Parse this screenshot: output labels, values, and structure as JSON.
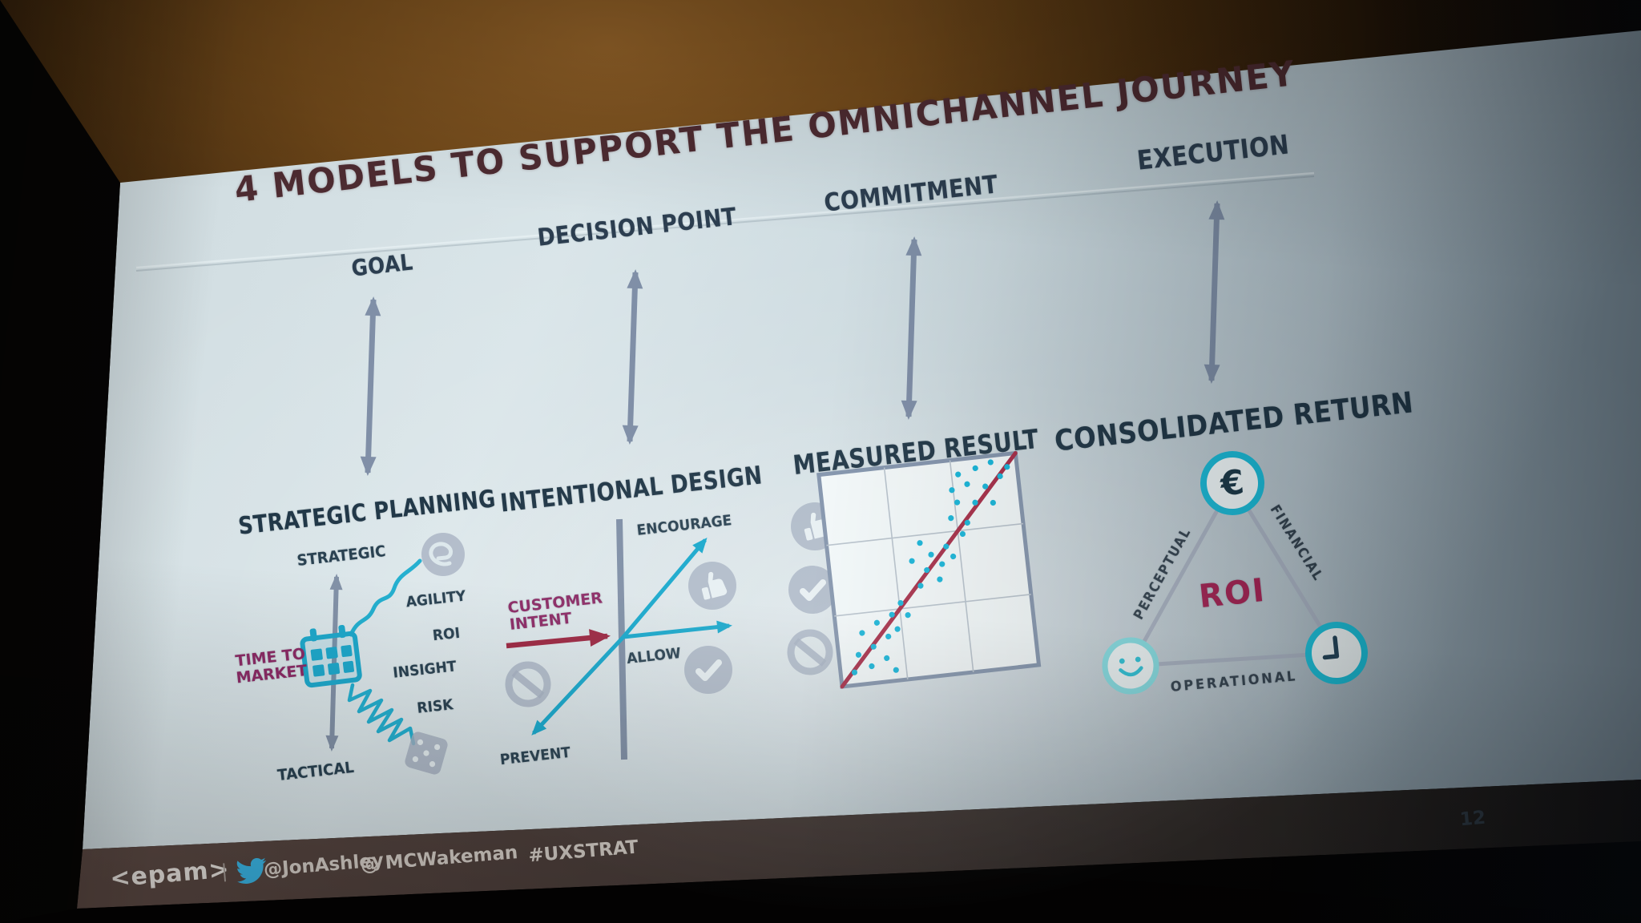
{
  "slide": {
    "title": "4 MODELS TO SUPPORT THE OMNICHANNEL JOURNEY",
    "page_number": "12",
    "stages": [
      {
        "label": "GOAL"
      },
      {
        "label": "DECISION POINT"
      },
      {
        "label": "COMMITMENT"
      },
      {
        "label": "EXECUTION"
      }
    ]
  },
  "models": {
    "strategic_planning": {
      "heading": "STRATEGIC PLANNING",
      "axis_top": "STRATEGIC",
      "axis_bottom": "TACTICAL",
      "hub_label_line1": "TIME TO",
      "hub_label_line2": "MARKET",
      "factors": [
        "AGILITY",
        "ROI",
        "INSIGHT",
        "RISK"
      ],
      "icons": [
        "agile-loop-icon",
        "calendar-icon",
        "dice-icon"
      ]
    },
    "intentional_design": {
      "heading": "INTENTIONAL DESIGN",
      "input_line1": "CUSTOMER",
      "input_line2": "INTENT",
      "outcome_up": "ENCOURAGE",
      "outcome_mid": "ALLOW",
      "outcome_down": "PREVENT",
      "icons": [
        "thumbs-up-icon",
        "check-circle-icon",
        "prohibited-icon"
      ]
    },
    "measured_result": {
      "heading": "MEASURED RESULT",
      "icons": [
        "thumbs-up-icon",
        "check-circle-icon",
        "prohibited-icon"
      ],
      "chart_data": {
        "type": "scatter",
        "title": "MEASURED RESULT",
        "xlabel": "",
        "ylabel": "",
        "x_range": [
          0,
          1
        ],
        "y_range": [
          0,
          1
        ],
        "grid": true,
        "grid_fractions": [
          0.333,
          0.667
        ],
        "legend": false,
        "point_color": "#15b5d9",
        "trend_line": {
          "from": [
            0,
            0
          ],
          "to": [
            1,
            1
          ],
          "color": "#a62c47"
        },
        "points": [
          [
            0.07,
            0.06
          ],
          [
            0.1,
            0.14
          ],
          [
            0.13,
            0.24
          ],
          [
            0.16,
            0.08
          ],
          [
            0.18,
            0.17
          ],
          [
            0.21,
            0.28
          ],
          [
            0.24,
            0.11
          ],
          [
            0.26,
            0.21
          ],
          [
            0.28,
            0.05
          ],
          [
            0.29,
            0.31
          ],
          [
            0.31,
            0.24
          ],
          [
            0.34,
            0.36
          ],
          [
            0.37,
            0.3
          ],
          [
            0.42,
            0.55
          ],
          [
            0.45,
            0.43
          ],
          [
            0.47,
            0.63
          ],
          [
            0.49,
            0.5
          ],
          [
            0.52,
            0.57
          ],
          [
            0.55,
            0.45
          ],
          [
            0.57,
            0.52
          ],
          [
            0.6,
            0.6
          ],
          [
            0.63,
            0.55
          ],
          [
            0.64,
            0.73
          ],
          [
            0.66,
            0.86
          ],
          [
            0.68,
            0.8
          ],
          [
            0.69,
            0.65
          ],
          [
            0.7,
            0.93
          ],
          [
            0.72,
            0.7
          ],
          [
            0.74,
            0.88
          ],
          [
            0.77,
            0.79
          ],
          [
            0.79,
            0.95
          ],
          [
            0.83,
            0.86
          ],
          [
            0.86,
            0.78
          ],
          [
            0.87,
            0.97
          ],
          [
            0.91,
            0.9
          ],
          [
            0.95,
            0.94
          ]
        ]
      }
    },
    "consolidated_return": {
      "heading": "CONSOLIDATED RETURN",
      "center_label": "ROI",
      "edge_left": "PERCEPTUAL",
      "edge_right": "FINANCIAL",
      "edge_bottom": "OPERATIONAL",
      "icons": [
        "euro-coin-icon",
        "smiley-face-icon",
        "clock-icon"
      ]
    }
  },
  "glyphs": {
    "euro": "€"
  },
  "footer": {
    "brand": "<epam>",
    "separator": "|",
    "twitter_icon": "twitter-bird-icon",
    "handle_1": "@JonAshley",
    "handle_2": "@ MCWakeman",
    "hashtag": "#UXSTRAT"
  },
  "colors": {
    "slide_bg": "#cfdbdf",
    "title_text": "#4d2b31",
    "heading_text": "#223848",
    "label_text": "#2c4050",
    "magenta_text": "#8c2b66",
    "accent_cyan": "#1fa9cc",
    "accent_red": "#9c2742",
    "roi_text": "#a32253",
    "gray_icon": "#a6b1c2",
    "arrow_gray": "#74849f",
    "footer_bar": "#4a3c39",
    "twitter_blue": "#3bb8e8",
    "wall_amber": "#8a5c26"
  }
}
